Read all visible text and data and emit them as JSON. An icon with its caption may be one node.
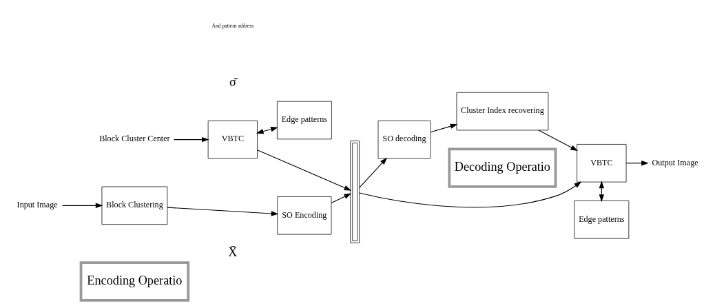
{
  "diagram": {
    "nodes": [
      {
        "text": [
          "Input Image"
        ]
      },
      {
        "text": [
          "Block Clustering"
        ]
      },
      {
        "text": [
          "SO Encoding"
        ]
      },
      {
        "text": [],
        "shape": "bar"
      },
      {
        "text": [
          "SO decoding"
        ]
      },
      {
        "text": [
          "Cluster Index recovering"
        ]
      },
      {
        "text": [
          "VBTC"
        ]
      },
      {
        "text": [
          "Output Image"
        ]
      },
      {
        "text": [
          "Block Cluster Center"
        ]
      },
      {
        "text": [
          "VBTC"
        ]
      },
      {
        "text": [
          "Edge patterns"
        ]
      },
      {
        "text": [
          "Edge patterns"
        ]
      },
      {
        "text": [
          "Encoding Operatio"
        ]
      },
      {
        "text": [
          "Decoding Operatio"
        ]
      }
    ],
    "edges": [
      {
        "from": 0,
        "to": 1,
        "arrow": "to"
      },
      {
        "from": 1,
        "to": 2,
        "arrow": "to"
      },
      {
        "from": 2,
        "to": 3,
        "arrow": "to"
      },
      {
        "from": 3,
        "to": 4,
        "arrow": "to"
      },
      {
        "from": 4,
        "to": 5,
        "arrow": "to"
      },
      {
        "from": 5,
        "to": 6,
        "arrow": "to"
      },
      {
        "from": 6,
        "to": 7,
        "arrow": "to"
      },
      {
        "from": 8,
        "to": 9,
        "arrow": "to"
      },
      {
        "from": 9,
        "to": 3,
        "arrow": "to"
      },
      {
        "from": 3,
        "to": 6,
        "arrow": "to"
      },
      {
        "from": 9,
        "to": 10,
        "arrow": "both"
      },
      {
        "from": 6,
        "to": 11,
        "arrow": "both"
      }
    ],
    "labels": [
      "X̄",
      "σ̄",
      "And pattern address"
    ]
  }
}
